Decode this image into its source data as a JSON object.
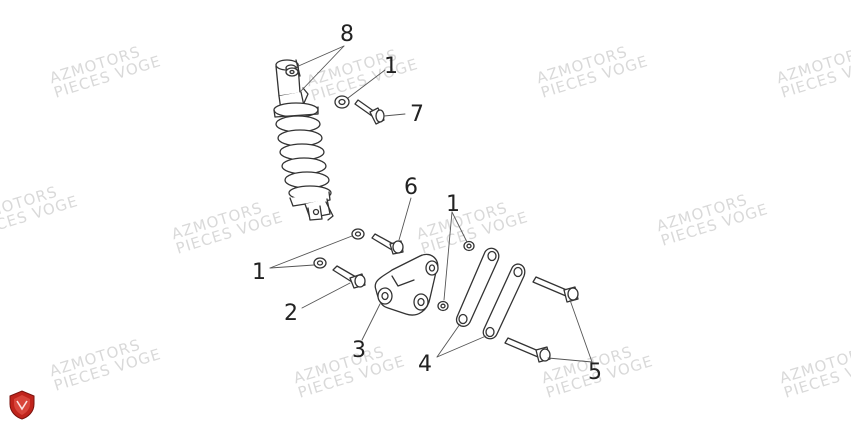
{
  "watermark": {
    "line1": "AZMOTORS",
    "line2": "PIECES VOGE"
  },
  "callouts": {
    "c1_top": "1",
    "c1_mid": "1",
    "c1_left": "1",
    "c2": "2",
    "c3": "3",
    "c4": "4",
    "c5": "5",
    "c6": "6",
    "c7": "7",
    "c8": "8"
  },
  "colors": {
    "line": "#333333",
    "watermark": "#d9d9d9",
    "logo": "#c0241c"
  },
  "icons": {
    "brand_logo": "shield-logo-icon"
  }
}
